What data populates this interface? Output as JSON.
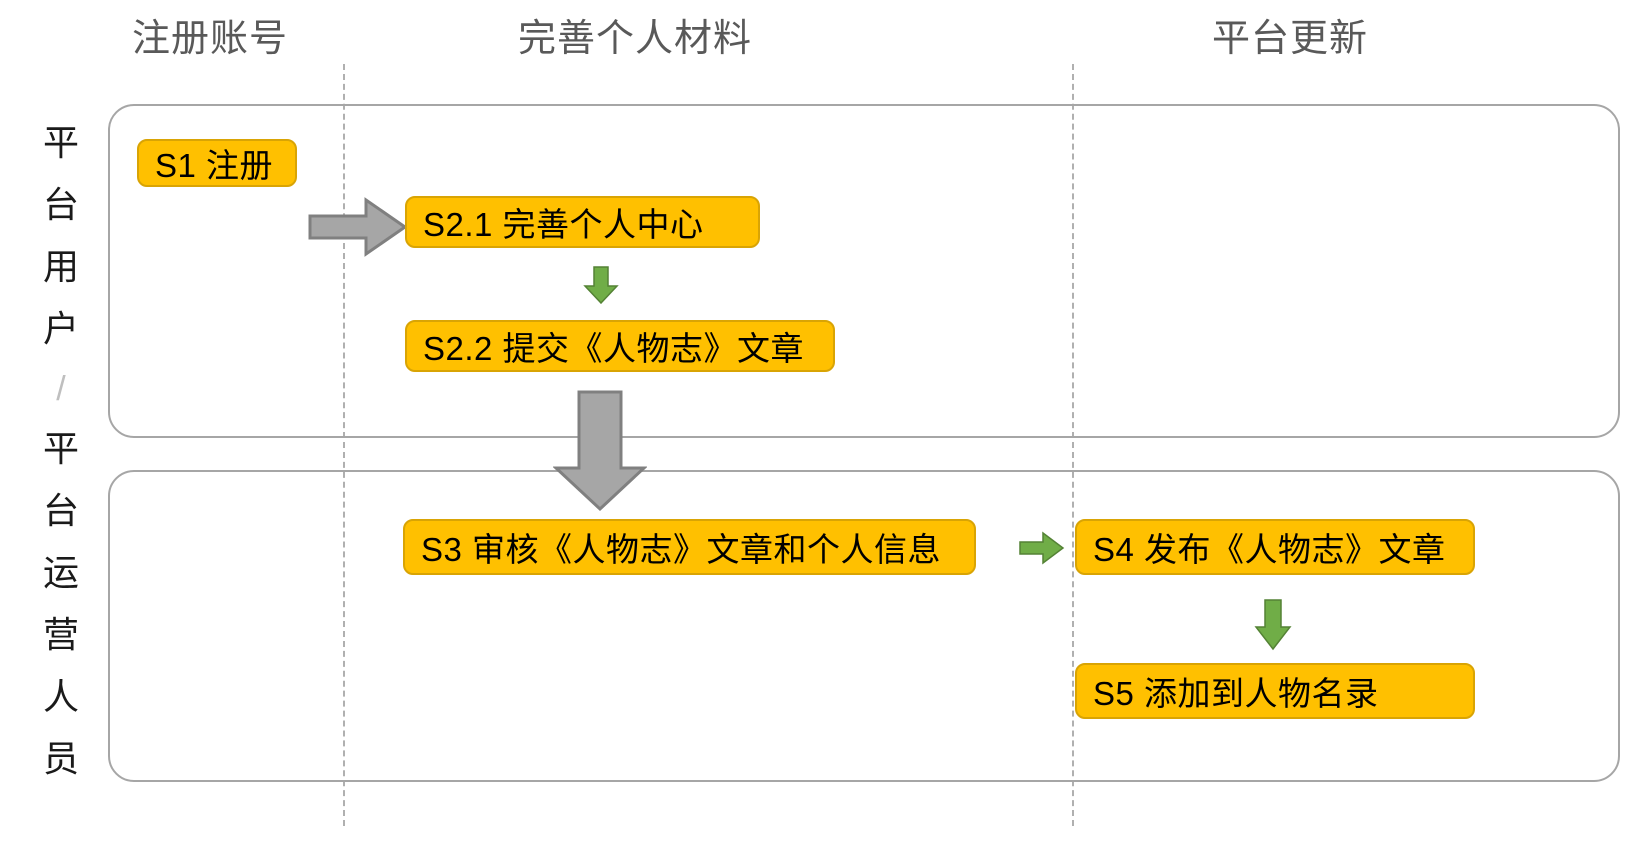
{
  "diagram": {
    "title_columns": [
      {
        "label": "注册账号"
      },
      {
        "label": "完善个人材料"
      },
      {
        "label": "平台更新"
      }
    ],
    "role_label": {
      "full_text": "平台用户 / 平台运营人员",
      "chars": [
        "平",
        "台",
        "用",
        "户",
        "/",
        "平",
        "台",
        "运",
        "营",
        "人",
        "员"
      ]
    },
    "lanes": [
      {
        "name": "platform-user-lane"
      },
      {
        "name": "platform-operations-lane"
      }
    ],
    "nodes": [
      {
        "id": "s1",
        "label": "S1 注册"
      },
      {
        "id": "s2_1",
        "label": "S2.1 完善个人中心"
      },
      {
        "id": "s2_2",
        "label": "S2.2 提交《人物志》文章"
      },
      {
        "id": "s3",
        "label": "S3 审核《人物志》文章和个人信息"
      },
      {
        "id": "s4",
        "label": "S4 发布《人物志》文章"
      },
      {
        "id": "s5",
        "label": "S5 添加到人物名录"
      }
    ],
    "connectors": [
      {
        "id": "s1-to-s2_1",
        "shape": "block-arrow-right",
        "color": "#a6a6a6"
      },
      {
        "id": "s2_1-to-s2_2",
        "shape": "block-arrow-down",
        "color": "#70ad47"
      },
      {
        "id": "s2_2-to-s3",
        "shape": "block-arrow-down",
        "color": "#a6a6a6"
      },
      {
        "id": "s3-to-s4",
        "shape": "block-arrow-right",
        "color": "#70ad47"
      },
      {
        "id": "s4-to-s5",
        "shape": "block-arrow-down",
        "color": "#70ad47"
      }
    ],
    "colors": {
      "node_fill": "#FFC000",
      "node_border": "#D9A404",
      "lane_border": "#A6A6A6",
      "divider": "#B0B0B0",
      "arrow_gray_fill": "#A6A6A6",
      "arrow_gray_stroke": "#808080",
      "arrow_green_fill": "#70AD47",
      "arrow_green_stroke": "#548235",
      "header_text": "#595959",
      "node_text": "#000000"
    }
  }
}
